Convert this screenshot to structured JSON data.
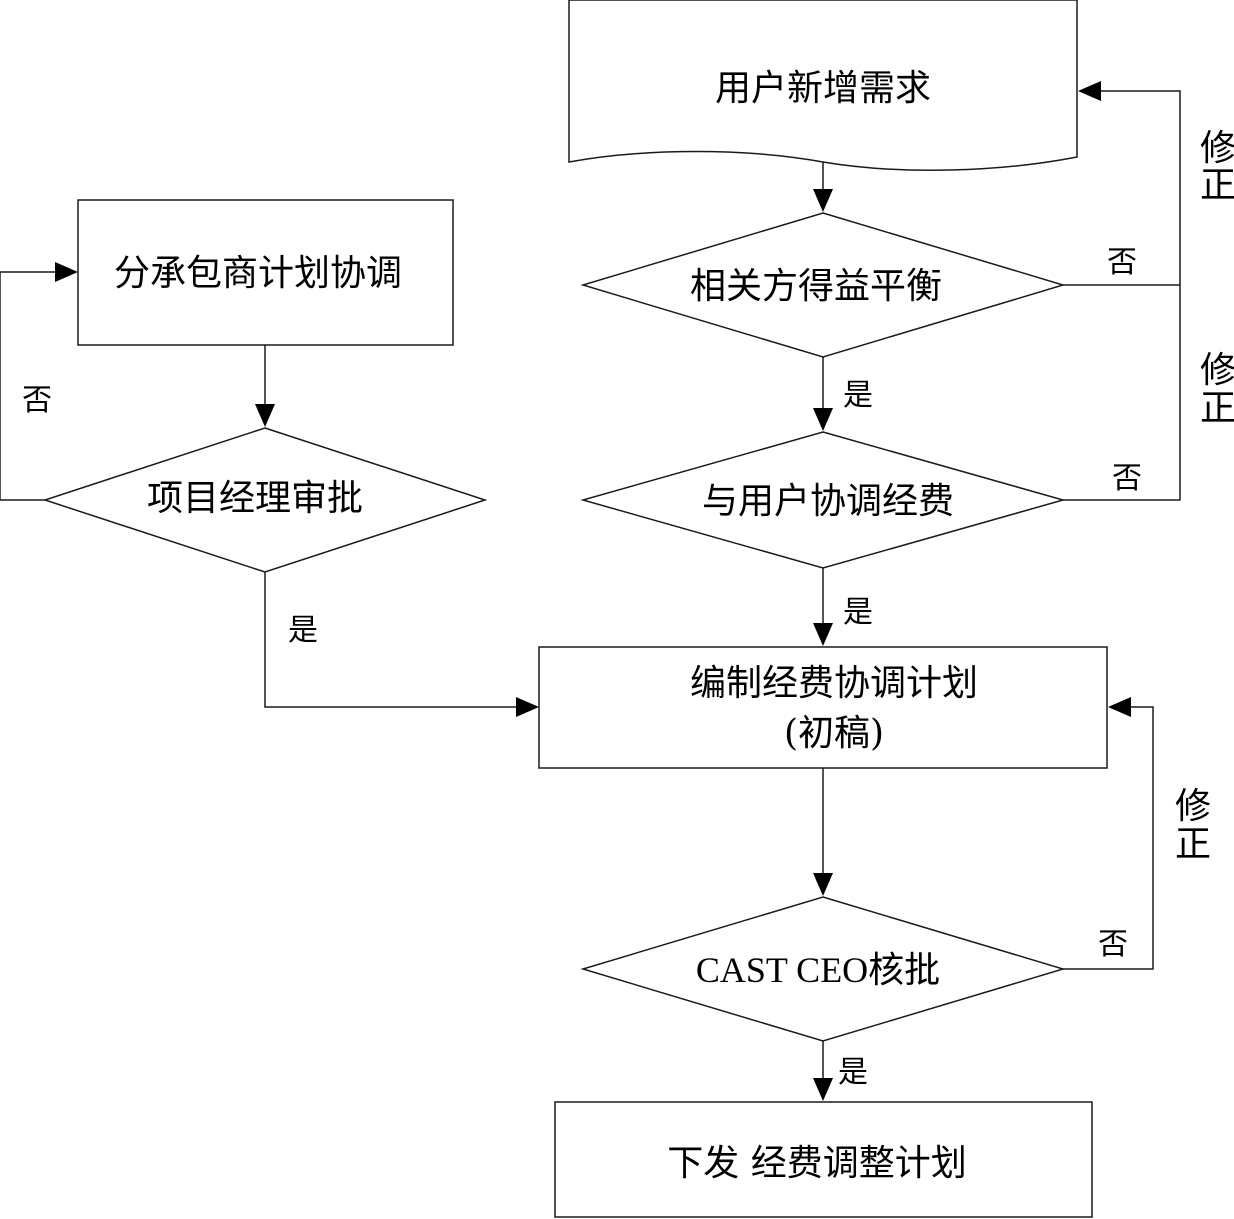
{
  "nodes": {
    "user_request": "用户新增需求",
    "stakeholder_balance": "相关方得益平衡",
    "cost_negotiation": "与用户协调经费",
    "draft_plan_line1": "编制经费协调计划",
    "draft_plan_line2": "(初稿)",
    "ceo_approval": "CAST CEO核批",
    "issue_plan": "下发 经费调整计划",
    "subcontractor_plan": "分承包商计划协调",
    "pm_approval": "项目经理审批"
  },
  "edge_labels": {
    "yes": "是",
    "no": "否",
    "revise_char1": "修",
    "revise_char2": "正"
  },
  "colors": {
    "line": "#1a1a1a",
    "text": "#000000",
    "background": "#ffffff"
  }
}
